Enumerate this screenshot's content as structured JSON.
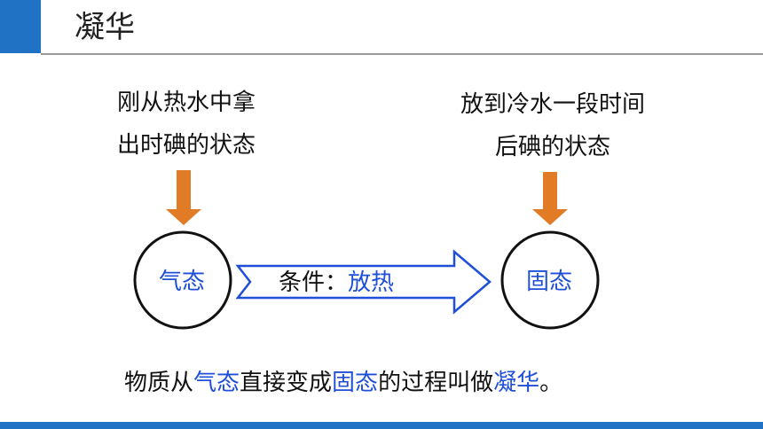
{
  "header": {
    "title": "凝华"
  },
  "captions": {
    "left": [
      "刚从热水中拿",
      "出时碘的状态"
    ],
    "right": [
      "放到冷水一段时间",
      "后碘的状态"
    ]
  },
  "states": {
    "initial": "气态",
    "final": "固态"
  },
  "condition": {
    "label": "条件：",
    "value": "放热"
  },
  "summary": {
    "p1": "物质从",
    "s1": "气态",
    "p2": "直接变成",
    "s2": "固态",
    "p3": "的过程叫做",
    "s3": "凝华",
    "p4": "。"
  },
  "colors": {
    "accent": "#1f72c4",
    "highlight": "#1f4fd8",
    "arrow_down": "#e27b26",
    "circle_stroke": "#111111"
  }
}
